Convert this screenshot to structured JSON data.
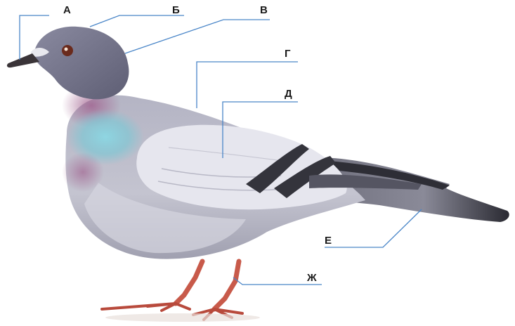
{
  "labels": {
    "a": "А",
    "b": "Б",
    "v": "В",
    "g": "Г",
    "d": "Д",
    "e": "Е",
    "zh": "Ж"
  },
  "colors": {
    "leader": "#4a86c8",
    "label_text": "#1a1a1a",
    "head": "#6f6f85",
    "body_grey": "#b9b9c7",
    "wing_light": "#e4e4ec",
    "wing_bar": "#34343c",
    "tail": "#3a3a44",
    "neck_purple": "#8a5a86",
    "neck_teal": "#7fc7d4",
    "legs": "#c85a4a"
  },
  "icons": {
    "illustration": "pigeon-illustration"
  }
}
